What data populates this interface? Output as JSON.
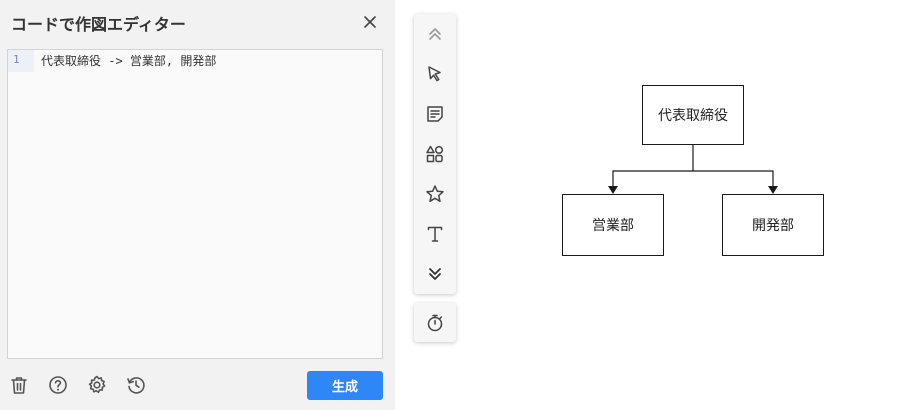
{
  "editor": {
    "title": "コードで作図エディター",
    "line_number": "1",
    "code_line": "代表取締役 -> 営業部, 開発部",
    "generate_label": "生成"
  },
  "toolbar": {
    "icons": [
      "chevrons-up-icon",
      "pointer-icon",
      "note-icon",
      "shapes-icon",
      "star-icon",
      "text-icon",
      "chevrons-down-icon",
      "timer-icon"
    ]
  },
  "diagram": {
    "root": "代表取締役",
    "children": [
      "営業部",
      "開発部"
    ]
  },
  "colors": {
    "accent": "#2f86f6",
    "panel_bg": "#f2f2f2",
    "icon": "#555555"
  }
}
